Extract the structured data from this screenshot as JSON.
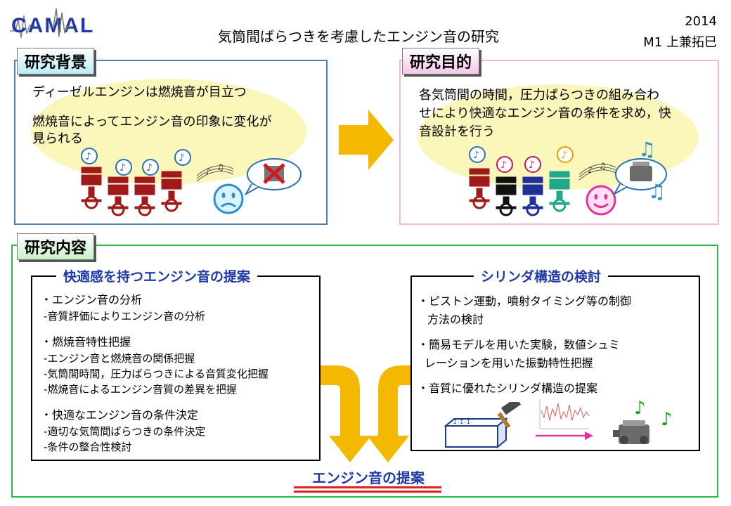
{
  "header": {
    "logo_text": "CAMAL",
    "title": "気筒間ばらつきを考慮したエンジン音の研究",
    "year": "2014",
    "author": "M1 上兼拓巳"
  },
  "background": {
    "label": "研究背景",
    "line1": "ディーゼルエンジンは燃焼音が目立つ",
    "line2a": "燃焼音によってエンジン音の印象に変化が",
    "line2b": "見られる"
  },
  "goal": {
    "label": "研究目的",
    "line1": "各気筒間の時間，圧力ばらつきの組み合わ",
    "line2": "せにより快適なエンジン音の条件を求め，快",
    "line3": "音設計を行う"
  },
  "content": {
    "label": "研究内容",
    "left": {
      "title": "快適感を持つエンジン音の提案",
      "sections": [
        {
          "heading": "・エンジン音の分析",
          "subs": [
            "-音質評価によりエンジン音の分析"
          ]
        },
        {
          "heading": "・燃焼音特性把握",
          "subs": [
            "-エンジン音と燃焼音の関係把握",
            "-気筒間時間，圧力ばらつきによる音質変化把握",
            "-燃焼音によるエンジン音質の差異を把握"
          ]
        },
        {
          "heading": "・快適なエンジン音の条件決定",
          "subs": [
            "-適切な気筒間ばらつきの条件決定",
            "-条件の整合性検討"
          ]
        }
      ]
    },
    "right": {
      "title": "シリンダ構造の検討",
      "items": [
        "・ピストン運動，噴射タイミング等の制御",
        "方法の検討",
        "・簡易モデルを用いた実験，数値シュミ",
        "レーションを用いた振動特性把握",
        "・音質に優れたシリンダ構造の提案"
      ]
    },
    "conclusion": "エンジン音の提案"
  },
  "colors": {
    "accent_blue": "#1f3aa6",
    "arrow": "#f5b800",
    "bg_border": "#4a7fb5",
    "goal_border": "#f3b6dc",
    "content_border": "#2db84b",
    "ellipse": "#fbf6b9"
  }
}
